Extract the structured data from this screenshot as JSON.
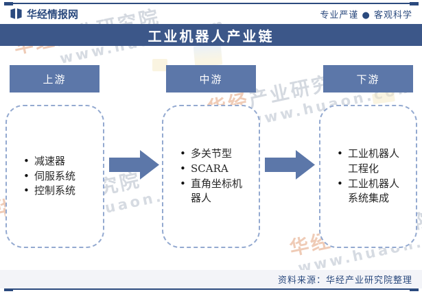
{
  "header": {
    "brand": "华经情报网",
    "slogan": "专业严谨 ● 客观科学"
  },
  "title": "工业机器人产业链",
  "chain": {
    "stages": [
      {
        "label": "上游",
        "items": [
          "减速器",
          "伺服系统",
          "控制系统"
        ]
      },
      {
        "label": "中游",
        "items": [
          "多关节型",
          "SCARA",
          "直角坐标机器人"
        ]
      },
      {
        "label": "下游",
        "items": [
          "工业机器人工程化",
          "工业机器人系统集成"
        ]
      }
    ]
  },
  "footer": {
    "source_note": "资料来源：华经产业研究院整理"
  },
  "watermark": {
    "prefix": "华经",
    "suffix": "产业研究院",
    "url": "www.huaon.com"
  },
  "colors": {
    "title_bar": "#3c5789",
    "stage_header": "#5c77a9",
    "arrow": "#5c77a9",
    "rule": "#2b4a7e",
    "dashed_border": "#93a9d0",
    "footer_band": "#f3f4f8",
    "dark_text": "#2b4a7e",
    "body_text": "#262626"
  }
}
